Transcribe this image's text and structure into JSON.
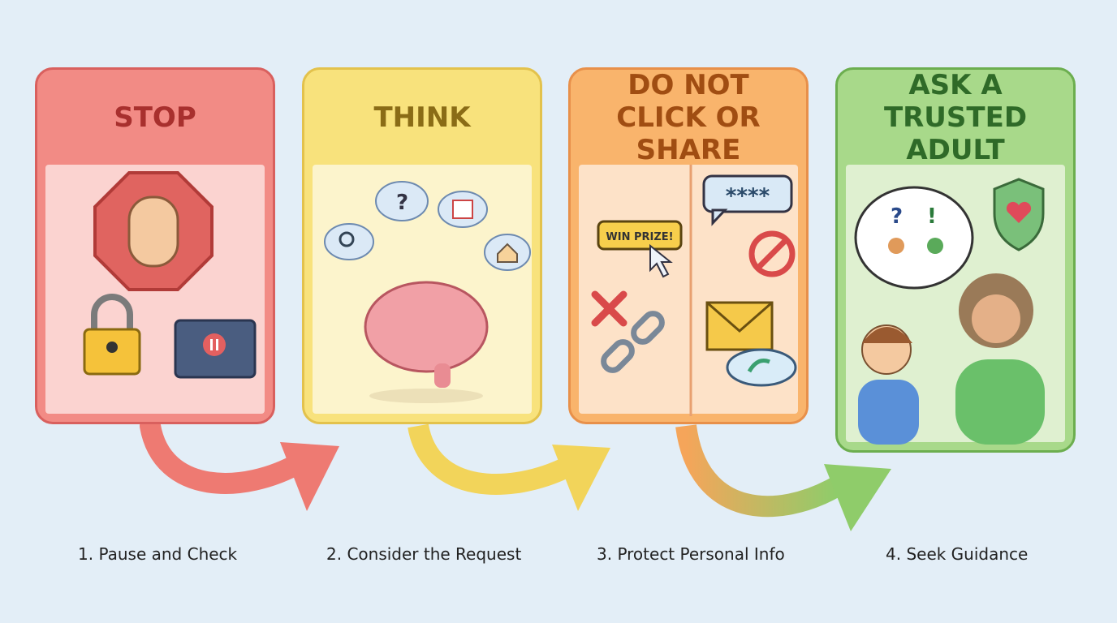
{
  "steps": [
    {
      "title": "STOP",
      "caption": "1. Pause and Check",
      "colors": {
        "border": "#d9605e",
        "header": "#f28b85",
        "body": "#fbd3d0",
        "title": "#a8302e"
      }
    },
    {
      "title": "THINK",
      "caption": "2. Consider the Request",
      "colors": {
        "border": "#e3c24c",
        "header": "#f8e27c",
        "body": "#fcf4cc",
        "title": "#8a6c16"
      }
    },
    {
      "title": "DO NOT CLICK OR SHARE",
      "caption": "3. Protect Personal Info",
      "colors": {
        "border": "#e8904a",
        "header": "#f9b46c",
        "body": "#fde2c8",
        "title": "#a04d12"
      }
    },
    {
      "title": "ASK A TRUSTED ADULT",
      "caption": "4. Seek Guidance",
      "colors": {
        "border": "#6cae4f",
        "header": "#a8d98a",
        "body": "#dff0d0",
        "title": "#2f6a28"
      }
    }
  ],
  "illustrations": {
    "prize_button": "WIN PRIZE!",
    "password": "****"
  },
  "icons": [
    "stop-hand-icon",
    "padlock-icon",
    "pause-video-icon",
    "brain-icon",
    "question-bubble-icon",
    "magnifier-icon",
    "calendar-icon",
    "house-icon",
    "cursor-icon",
    "x-mark-icon",
    "broken-link-icon",
    "password-bubble-icon",
    "prohibited-icon",
    "envelope-icon",
    "cloud-upload-icon",
    "conversation-bubble-icon",
    "shield-heart-icon",
    "child-icon",
    "adult-icon"
  ]
}
